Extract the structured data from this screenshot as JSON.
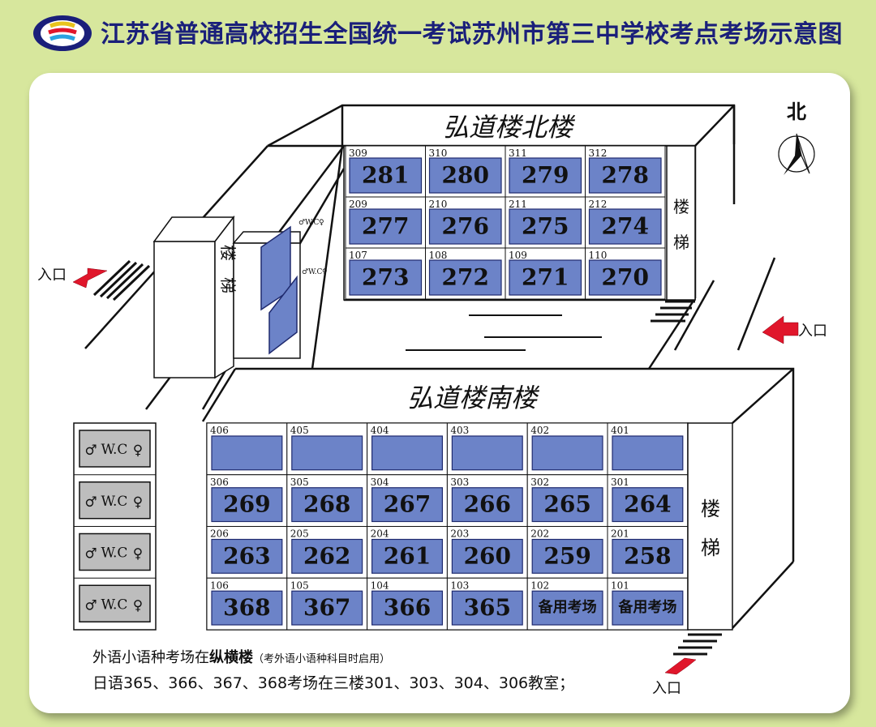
{
  "title": "江苏省普通高校招生全国统一考试苏州市第三中学校考点考场示意图",
  "colors": {
    "room": "#6c83c8",
    "room_stroke": "#1f2a6e",
    "title": "#1a1f7a",
    "bg": "#d7e79d",
    "entrance_arrow": "#e0162b",
    "male": "#1d2a9c",
    "female": "#e0162b"
  },
  "north_building": {
    "name": "弘道楼北楼",
    "stair_label": "楼梯",
    "rows": [
      [
        {
          "num": "309",
          "exam": "281"
        },
        {
          "num": "310",
          "exam": "280"
        },
        {
          "num": "311",
          "exam": "279"
        },
        {
          "num": "312",
          "exam": "278"
        }
      ],
      [
        {
          "num": "209",
          "exam": "277"
        },
        {
          "num": "210",
          "exam": "276"
        },
        {
          "num": "211",
          "exam": "275"
        },
        {
          "num": "212",
          "exam": "274"
        }
      ],
      [
        {
          "num": "107",
          "exam": "273"
        },
        {
          "num": "108",
          "exam": "272"
        },
        {
          "num": "109",
          "exam": "271"
        },
        {
          "num": "110",
          "exam": "270"
        }
      ]
    ]
  },
  "south_building": {
    "name": "弘道楼南楼",
    "stair_label": "楼梯",
    "rows": [
      [
        {
          "num": "406",
          "exam": ""
        },
        {
          "num": "405",
          "exam": ""
        },
        {
          "num": "404",
          "exam": ""
        },
        {
          "num": "403",
          "exam": ""
        },
        {
          "num": "402",
          "exam": ""
        },
        {
          "num": "401",
          "exam": ""
        }
      ],
      [
        {
          "num": "306",
          "exam": "269"
        },
        {
          "num": "305",
          "exam": "268"
        },
        {
          "num": "304",
          "exam": "267"
        },
        {
          "num": "303",
          "exam": "266"
        },
        {
          "num": "302",
          "exam": "265"
        },
        {
          "num": "301",
          "exam": "264"
        }
      ],
      [
        {
          "num": "206",
          "exam": "263"
        },
        {
          "num": "205",
          "exam": "262"
        },
        {
          "num": "204",
          "exam": "261"
        },
        {
          "num": "203",
          "exam": "260"
        },
        {
          "num": "202",
          "exam": "259"
        },
        {
          "num": "201",
          "exam": "258"
        }
      ],
      [
        {
          "num": "106",
          "exam": "368"
        },
        {
          "num": "105",
          "exam": "367"
        },
        {
          "num": "104",
          "exam": "366"
        },
        {
          "num": "103",
          "exam": "365"
        },
        {
          "num": "102",
          "exam": "备用考场"
        },
        {
          "num": "101",
          "exam": "备用考场"
        }
      ]
    ]
  },
  "connector_stair_label": "楼梯",
  "wc_label": "W.C",
  "entrance_label": "入口",
  "north_label": "北",
  "notes": {
    "line1_prefix": "外语小语种考场在",
    "line1_bold": "纵横楼",
    "line1_small": "（考外语小语种科目时启用）",
    "line2": "日语365、366、367、368考场在三楼301、303、304、306教室；"
  }
}
